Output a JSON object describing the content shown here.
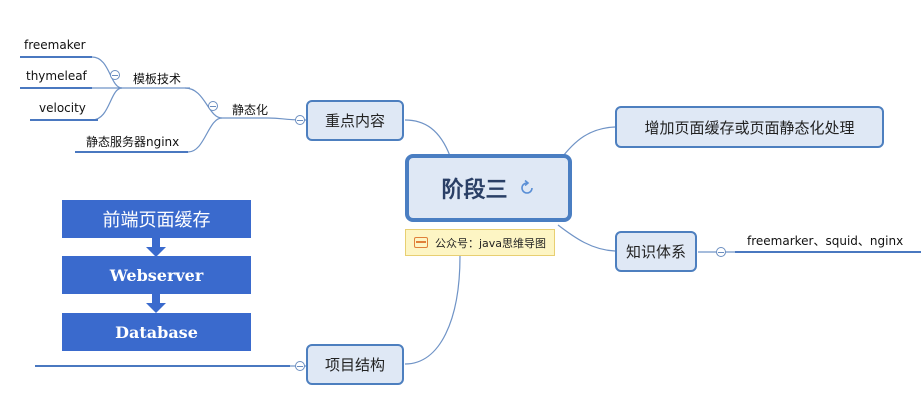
{
  "root": {
    "title": "阶段三",
    "icon": "refresh-icon"
  },
  "note": {
    "icon": "note-icon",
    "text": "公众号：java思维导图"
  },
  "branches": {
    "key_content": {
      "label": "重点内容",
      "static": {
        "label": "静态化",
        "template_tech": {
          "label": "模板技术",
          "items": [
            "freemaker",
            "thymeleaf",
            "velocity"
          ]
        },
        "static_server": "静态服务器nginx"
      }
    },
    "page_cache": {
      "label": "增加页面缓存或页面静态化处理"
    },
    "knowledge": {
      "label": "知识体系",
      "detail": "freemarker、squid、nginx"
    },
    "project_structure": {
      "label": "项目结构",
      "stack": [
        "前端页面缓存",
        "Webserver",
        "Database"
      ]
    }
  },
  "colors": {
    "node_fill": "#dfe8f5",
    "node_border": "#4d7fbf",
    "root_border": "#4a7ec2",
    "stack_fill": "#3a6acd",
    "note_fill": "#fdf5c4"
  }
}
